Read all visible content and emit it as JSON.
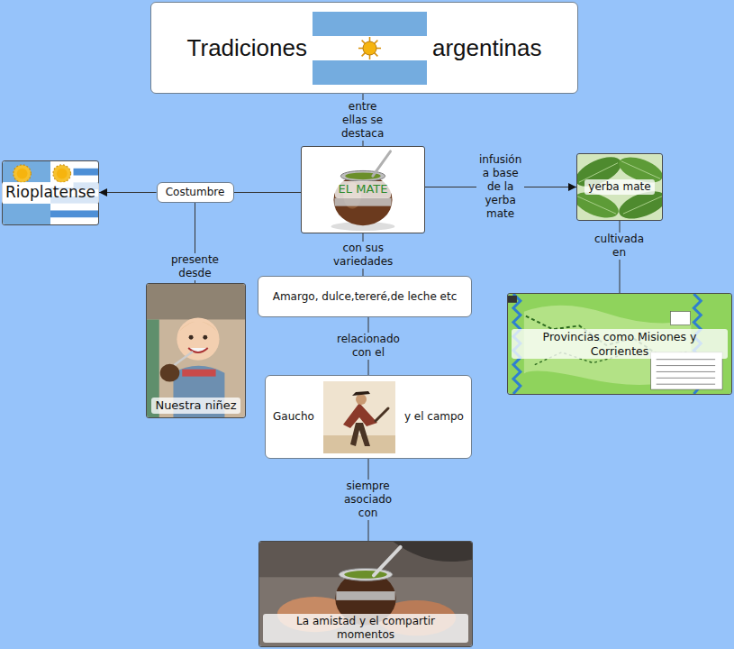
{
  "diagram": {
    "nodes": [
      {
        "text": [
          "Tradiciones",
          "argentinas"
        ]
      },
      {
        "text": [
          "Rioplatense"
        ]
      },
      {
        "text": [
          "Costumbre"
        ]
      },
      {
        "text": [
          "EL MATE"
        ]
      },
      {
        "text": [
          "yerba mate"
        ]
      },
      {
        "text": [
          "Nuestra niñez"
        ]
      },
      {
        "text": [
          "Amargo, dulce,tereré,de leche etc"
        ]
      },
      {
        "text": [
          "Provincias como Misiones y Corrientes"
        ]
      },
      {
        "text": [
          "Gaucho",
          "y el campo"
        ]
      },
      {
        "text": [
          "La amistad y el compartir momentos"
        ]
      }
    ],
    "edges": [
      {
        "from": 0,
        "to": 3,
        "label": "entre ellas se destaca",
        "arrow": "none"
      },
      {
        "from": 3,
        "to": 2,
        "arrow": "none"
      },
      {
        "from": 2,
        "to": 1,
        "arrow": "to"
      },
      {
        "from": 2,
        "to": 5,
        "label": "presente desde",
        "arrow": "none"
      },
      {
        "from": 3,
        "to": 4,
        "label": "infusión a base de la yerba mate",
        "arrow": "to"
      },
      {
        "from": 4,
        "to": 7,
        "label": "cultivada en",
        "arrow": "none"
      },
      {
        "from": 3,
        "to": 6,
        "label": "con sus variedades",
        "arrow": "none"
      },
      {
        "from": 6,
        "to": 8,
        "label": "relacionado con el",
        "arrow": "none"
      },
      {
        "from": 8,
        "to": 9,
        "label": "siempre asociado con",
        "arrow": "none"
      }
    ]
  }
}
